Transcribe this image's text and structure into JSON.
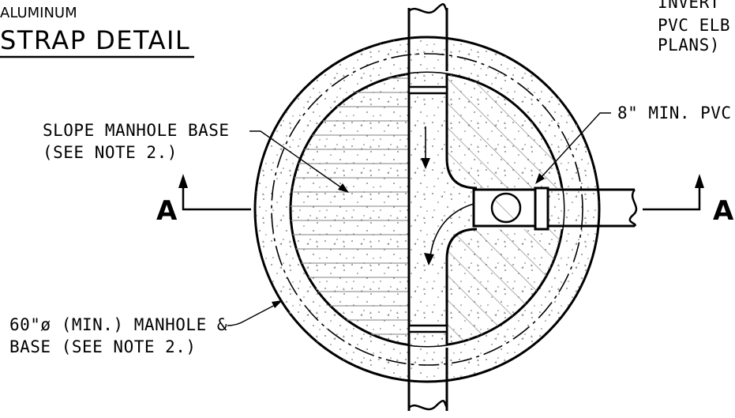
{
  "title_block": {
    "material": "ALUMINUM",
    "detail_title": "STRAP DETAIL"
  },
  "labels": {
    "slope_base_line1": "SLOPE MANHOLE BASE",
    "slope_base_line2": "(SEE NOTE 2.)",
    "manhole_line1": "60\"ø (MIN.) MANHOLE &",
    "manhole_line2": "BASE (SEE NOTE 2.)",
    "pvc_min": "8\" MIN. PVC",
    "invert_line1": "INVERT",
    "invert_line2": "PVC ELB",
    "invert_line3": "PLANS)"
  },
  "section_markers": {
    "left": "A",
    "right": "A"
  }
}
